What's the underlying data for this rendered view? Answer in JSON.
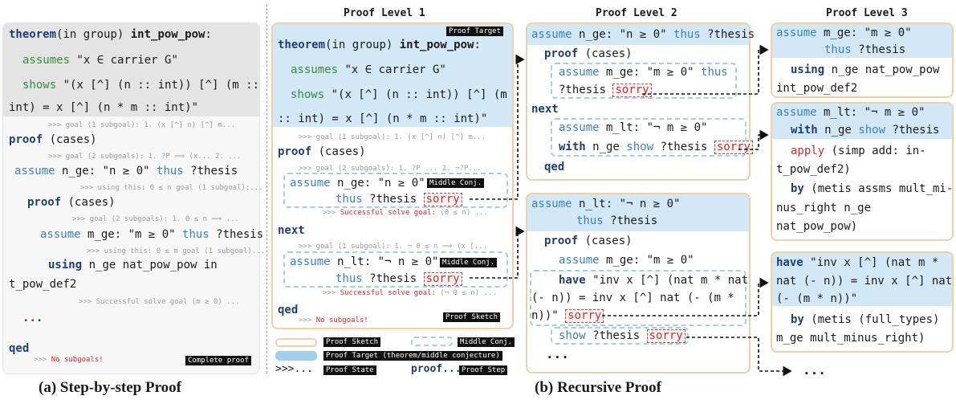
{
  "headers": {
    "level1": "Proof Level 1",
    "level2": "Proof Level 2",
    "level3": "Proof Level 3"
  },
  "captions": {
    "a": "(a) Step-by-step Proof",
    "b": "(b) Recursive Proof"
  },
  "left": {
    "theorem_kw": "theorem",
    "theorem_mid": "(in group) ",
    "theorem_name": "int_pow_pow",
    "theorem_colon": ":",
    "assumes_kw": "assumes",
    "assumes_text": " \"x ∈ carrier G\"",
    "shows_kw": "shows",
    "shows_text": " \"(x [^] (n :: int)) [^] (m ::",
    "shows_text2": "int) = x [^] (n * m :: int)\"",
    "state1": ">>> goal (1 subgoal): 1. (x [^] n) [^] m...",
    "proof1_kw": "proof",
    "proof1_text": " (cases)",
    "state2": ">>> goal (2 subgoals): 1. ?P ⟹ (x... 2. ...",
    "assume1_kw": "assume",
    "assume1_text": " n_ge: \"n ≥ 0\" ",
    "thus1_kw": "thus",
    "thus1_text": " ?thesis",
    "state3": ">>> using this: 0 ≤ n goal (1 subgoal):...",
    "proof2_kw": "proof",
    "proof2_text": " (cases)",
    "state4": ">>> goal (2 subgoals): 1. 0 ≤ n ⟹ ...",
    "assume2_kw": "assume",
    "assume2_text": " m_ge: \"m ≥ 0\" ",
    "thus2_kw": "thus",
    "thus2_text": " ?thesis",
    "state5": ">>> using this: 0 ≤ m goal (1 subgoal)...",
    "using_kw": "using",
    "using_text": " n_ge nat_pow_pow in",
    "using_text2": "t_pow_def2",
    "state6": ">>> Successful solve goal (m ≥ 0) ...",
    "ellipsis": "...",
    "qed_kw": "qed",
    "state7_prefix": ">>> ",
    "state7_msg": "No subgoals!",
    "tag": "Complete proof"
  },
  "level1": {
    "tag_target": "Proof Target",
    "theorem_kw": "theorem",
    "theorem_mid": "(in group) ",
    "theorem_name": "int_pow_pow",
    "theorem_colon": ":",
    "assumes_kw": "assumes",
    "assumes_text": " \"x ∈ carrier G\"",
    "shows_kw": "shows",
    "shows_text": " \"(x [^] (n :: int)) [^] (m",
    "shows_text2": ":: int) = x [^] (n * m :: int)\"",
    "state1": ">>> goal (1 subgoal): 1. (x [^] n) [^] m...",
    "proof_kw": "proof",
    "proof_text": " (cases)",
    "state2": ">>> goal (2 subgoals): 1. ?P ... 2. ¬?P...",
    "assume1_kw": "assume",
    "assume1_text": " n_ge: \"n ≥ 0\"",
    "tag_mid1": "Middle Conj.",
    "thus1_kw": "thus",
    "thus1_text": " ?thesis ",
    "sorry": "sorry",
    "state3_prefix": ">>> ",
    "state3_msg": "Successful solve goal:",
    "state3_rest": " (0 ≤ n) ...",
    "next_kw": "next",
    "state4": ">>> goal (1 subgoal): 1. ¬ 0 ≤ n ⟹ (x [...",
    "assume2_kw": "assume",
    "assume2_text": " n_lt: \"¬ n ≥ 0\"",
    "tag_mid2": "Middle Conj.",
    "thus2_kw": "thus",
    "thus2_text": " ?thesis ",
    "state5_prefix": ">>> ",
    "state5_msg": "Successful solve goal:",
    "state5_rest": " (¬ 0 ≤ n) ...",
    "qed_kw": "qed",
    "state6_prefix": ">>> ",
    "state6_msg": "No subgoals!",
    "tag_sketch": "Proof Sketch"
  },
  "legend": {
    "sketch": "Proof Sketch",
    "middle": "Middle Conj.",
    "target": "Proof Target (theorem/middle conjecture)",
    "state_sym": ">>>...",
    "state": "Proof State",
    "step_sym": "proof...",
    "step": "Proof Step"
  },
  "level2a": {
    "head_kw": "assume",
    "head_text": " n_ge: \"n ≥ 0\" ",
    "head_thus": "thus",
    "head_rest": " ?thesis",
    "proof_kw": "proof",
    "proof_text": " (cases)",
    "a1_kw": "assume",
    "a1_text": " m_ge: \"m ≥ 0\" ",
    "a1_thus": "thus",
    "a1_rest": "?thesis ",
    "sorry": "sorry",
    "next_kw": "next",
    "a2_kw": "assume",
    "a2_text": " m_lt: \"¬ m ≥ 0\"",
    "with_kw": "with",
    "with_text": " n_ge ",
    "show_kw": "show",
    "show_text": " ?thesis ",
    "qed_kw": "qed"
  },
  "level2b": {
    "head_kw": "assume",
    "head_text": " n_lt: \"¬ n ≥ 0\"",
    "head_thus": "thus",
    "head_rest": " ?thesis",
    "proof_kw": "proof",
    "proof_text": " (cases)",
    "a1_kw": "assume",
    "a1_text": " m_ge: \"m ≥ 0\"",
    "have_kw": "have",
    "have_text": " \"inv x [^] (nat m * nat",
    "have_text2": "(- n)) = inv x [^] nat (- (m *",
    "have_text3": "n))\" ",
    "sorry": "sorry",
    "show_kw": "show",
    "show_text": " ?thesis ",
    "ellipsis": "..."
  },
  "level3a": {
    "head_kw": "assume",
    "head_text": " m_ge: \"m ≥ 0\"",
    "head_thus": "thus",
    "head_rest": " ?thesis",
    "using_kw": "using",
    "using_text": " n_ge nat_pow_pow",
    "using_text2": "int_pow_def2"
  },
  "level3b": {
    "head_kw": "assume",
    "head_text": " m_lt: \"¬ m ≥ 0\"",
    "with_kw": "with",
    "with_text": " n_ge ",
    "show_kw": "show",
    "show_rest": " ?thesis",
    "apply_kw": "apply",
    "apply_text": " (simp add: in-",
    "apply_text2": "t_pow_def2)",
    "by_kw": "by",
    "by_text": " (metis assms mult_mi-",
    "by_text2": "nus_right n_ge",
    "by_text3": "nat_pow_pow)"
  },
  "level3c": {
    "head_kw": "have",
    "head_text": " \"inv x [^] (nat m *",
    "head_text2": "nat (- n)) = inv x [^] nat",
    "head_text3": "(- (m * n))\"",
    "by_kw": "by",
    "by_text": " (metis (full_types)",
    "by_text2": "m_ge mult_minus_right)"
  },
  "trailing_ellipsis": "...",
  "colors": {
    "target_blue": "#d3e8f6",
    "sketch_orange": "#f1cfa8",
    "keyword_blue": "#3a7fc1",
    "keyword_green": "#3b8a3b",
    "keyword_navy": "#1f3f73",
    "error_red": "#d62828"
  }
}
